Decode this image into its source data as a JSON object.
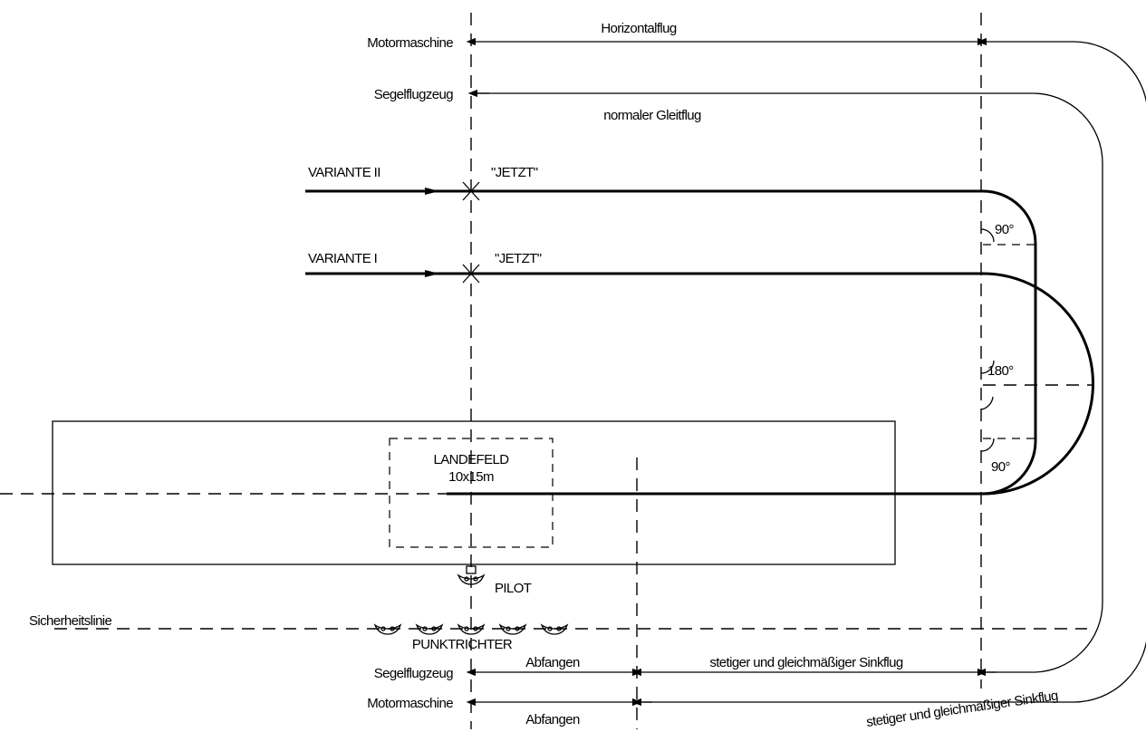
{
  "labels": {
    "motor_top": "Motormaschine",
    "segel_top": "Segelflugzeug",
    "horizontalflug": "Horizontalflug",
    "gleitflug": "normaler Gleitflug",
    "variante2": "VARIANTE II",
    "variante1": "VARIANTE I",
    "jetzt2": "\"JETZT\"",
    "jetzt1": "\"JETZT\"",
    "angle_90_top": "90°",
    "angle_180": "180°",
    "angle_90_bottom": "90°",
    "landefeld": "LANDEFELD",
    "landefeld_size": "10x15m",
    "pilot": "PILOT",
    "sicherheitslinie": "Sicherheitslinie",
    "punktrichter": "PUNKTRICHTER",
    "segel_bottom": "Segelflugzeug",
    "motor_bottom": "Motormaschine",
    "abfangen_1": "Abfangen",
    "abfangen_2": "Abfangen",
    "sinkflug_1": "stetiger und gleichmäßiger Sinkflug",
    "sinkflug_2": "stetiger und gleichmäßiger Sinkflug"
  }
}
